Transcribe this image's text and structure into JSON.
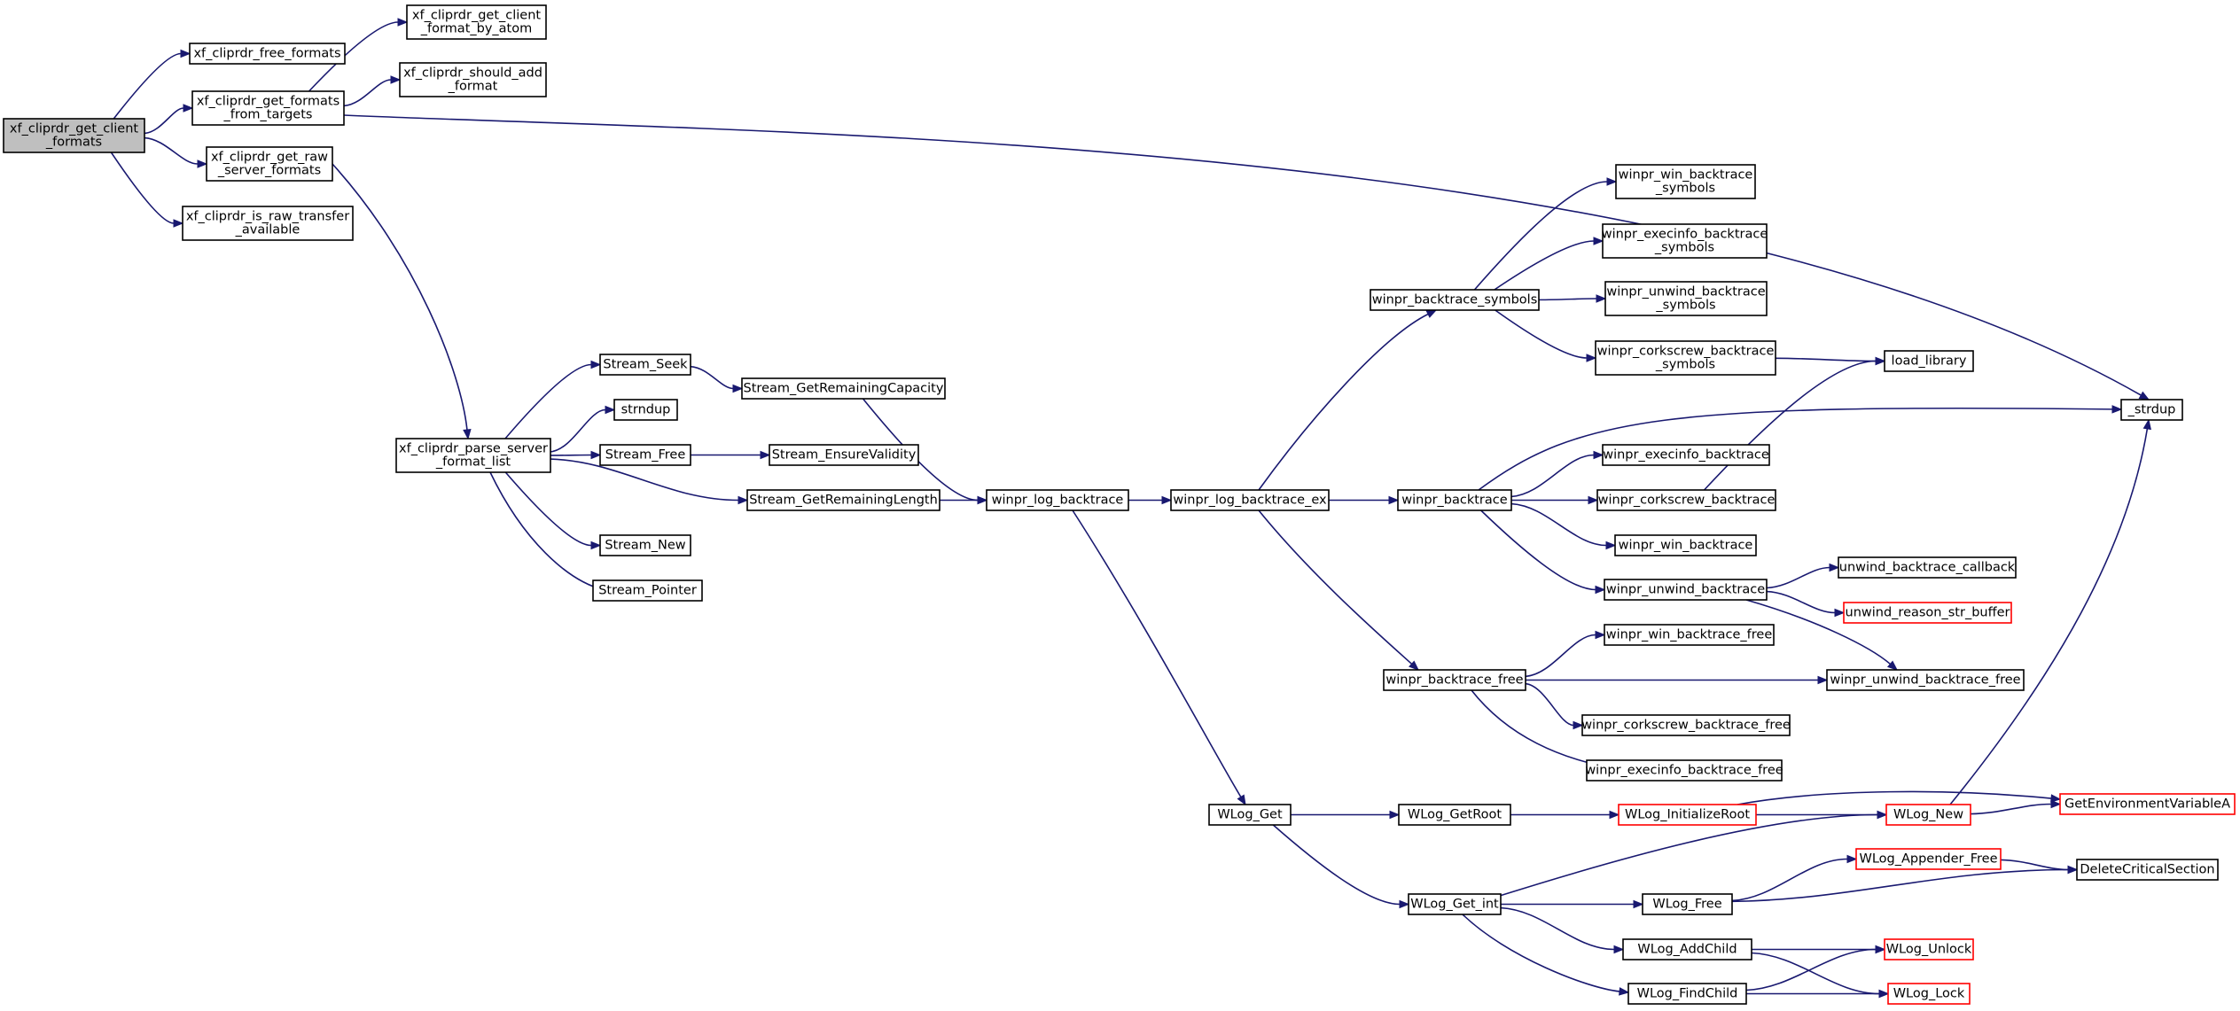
{
  "colors": {
    "edge": "#191970",
    "node_border": "#000000",
    "node_border_truncated": "#ff0000",
    "node_fill": "#ffffff",
    "focus_fill": "#bfbfbf"
  },
  "nodes": [
    {
      "id": "n_get_client_formats",
      "lines": [
        "xf_cliprdr_get_client",
        "_formats"
      ],
      "style": "focus"
    },
    {
      "id": "n_free_formats",
      "lines": [
        "xf_cliprdr_free_formats"
      ],
      "style": "normal"
    },
    {
      "id": "n_get_formats_from_targets",
      "lines": [
        "xf_cliprdr_get_formats",
        "_from_targets"
      ],
      "style": "normal"
    },
    {
      "id": "n_get_raw_server_formats",
      "lines": [
        "xf_cliprdr_get_raw",
        "_server_formats"
      ],
      "style": "normal"
    },
    {
      "id": "n_is_raw_transfer_available",
      "lines": [
        "xf_cliprdr_is_raw_transfer",
        "_available"
      ],
      "style": "normal"
    },
    {
      "id": "n_get_client_format_by_atom",
      "lines": [
        "xf_cliprdr_get_client",
        "_format_by_atom"
      ],
      "style": "normal"
    },
    {
      "id": "n_should_add_format",
      "lines": [
        "xf_cliprdr_should_add",
        "_format"
      ],
      "style": "normal"
    },
    {
      "id": "n_strdup",
      "lines": [
        "_strdup"
      ],
      "style": "normal"
    },
    {
      "id": "n_parse_server_format_list",
      "lines": [
        "xf_cliprdr_parse_server",
        "_format_list"
      ],
      "style": "normal"
    },
    {
      "id": "n_stream_seek",
      "lines": [
        "Stream_Seek"
      ],
      "style": "normal"
    },
    {
      "id": "n_strndup",
      "lines": [
        "strndup"
      ],
      "style": "normal"
    },
    {
      "id": "n_stream_free",
      "lines": [
        "Stream_Free"
      ],
      "style": "normal"
    },
    {
      "id": "n_stream_get_remaining_length",
      "lines": [
        "Stream_GetRemainingLength"
      ],
      "style": "normal"
    },
    {
      "id": "n_stream_new",
      "lines": [
        "Stream_New"
      ],
      "style": "normal"
    },
    {
      "id": "n_stream_pointer",
      "lines": [
        "Stream_Pointer"
      ],
      "style": "normal"
    },
    {
      "id": "n_stream_get_remaining_capacity",
      "lines": [
        "Stream_GetRemainingCapacity"
      ],
      "style": "normal"
    },
    {
      "id": "n_stream_ensure_validity",
      "lines": [
        "Stream_EnsureValidity"
      ],
      "style": "normal"
    },
    {
      "id": "n_winpr_log_backtrace",
      "lines": [
        "winpr_log_backtrace"
      ],
      "style": "normal"
    },
    {
      "id": "n_winpr_log_backtrace_ex",
      "lines": [
        "winpr_log_backtrace_ex"
      ],
      "style": "normal"
    },
    {
      "id": "n_wlog_get",
      "lines": [
        "WLog_Get"
      ],
      "style": "normal"
    },
    {
      "id": "n_winpr_backtrace_symbols",
      "lines": [
        "winpr_backtrace_symbols"
      ],
      "style": "normal"
    },
    {
      "id": "n_winpr_backtrace",
      "lines": [
        "winpr_backtrace"
      ],
      "style": "normal"
    },
    {
      "id": "n_winpr_backtrace_free",
      "lines": [
        "winpr_backtrace_free"
      ],
      "style": "normal"
    },
    {
      "id": "n_win_backtrace_symbols",
      "lines": [
        "winpr_win_backtrace",
        "_symbols"
      ],
      "style": "normal"
    },
    {
      "id": "n_execinfo_backtrace_symbols",
      "lines": [
        "winpr_execinfo_backtrace",
        "_symbols"
      ],
      "style": "normal"
    },
    {
      "id": "n_unwind_backtrace_symbols",
      "lines": [
        "winpr_unwind_backtrace",
        "_symbols"
      ],
      "style": "normal"
    },
    {
      "id": "n_corkscrew_backtrace_symbols",
      "lines": [
        "winpr_corkscrew_backtrace",
        "_symbols"
      ],
      "style": "normal"
    },
    {
      "id": "n_load_library",
      "lines": [
        "load_library"
      ],
      "style": "normal"
    },
    {
      "id": "n_execinfo_backtrace",
      "lines": [
        "winpr_execinfo_backtrace"
      ],
      "style": "normal"
    },
    {
      "id": "n_corkscrew_backtrace",
      "lines": [
        "winpr_corkscrew_backtrace"
      ],
      "style": "normal"
    },
    {
      "id": "n_win_backtrace",
      "lines": [
        "winpr_win_backtrace"
      ],
      "style": "normal"
    },
    {
      "id": "n_unwind_backtrace",
      "lines": [
        "winpr_unwind_backtrace"
      ],
      "style": "normal"
    },
    {
      "id": "n_unwind_backtrace_callback",
      "lines": [
        "unwind_backtrace_callback"
      ],
      "style": "normal"
    },
    {
      "id": "n_unwind_reason_str_buffer",
      "lines": [
        "unwind_reason_str_buffer"
      ],
      "style": "truncated"
    },
    {
      "id": "n_win_backtrace_free",
      "lines": [
        "winpr_win_backtrace_free"
      ],
      "style": "normal"
    },
    {
      "id": "n_unwind_backtrace_free",
      "lines": [
        "winpr_unwind_backtrace_free"
      ],
      "style": "normal"
    },
    {
      "id": "n_corkscrew_backtrace_free",
      "lines": [
        "winpr_corkscrew_backtrace_free"
      ],
      "style": "normal"
    },
    {
      "id": "n_execinfo_backtrace_free",
      "lines": [
        "winpr_execinfo_backtrace_free"
      ],
      "style": "normal"
    },
    {
      "id": "n_wlog_get_root",
      "lines": [
        "WLog_GetRoot"
      ],
      "style": "normal"
    },
    {
      "id": "n_wlog_initialize_root",
      "lines": [
        "WLog_InitializeRoot"
      ],
      "style": "truncated"
    },
    {
      "id": "n_wlog_new",
      "lines": [
        "WLog_New"
      ],
      "style": "truncated"
    },
    {
      "id": "n_get_environment_variable_a",
      "lines": [
        "GetEnvironmentVariableA"
      ],
      "style": "truncated"
    },
    {
      "id": "n_wlog_get_int",
      "lines": [
        "WLog_Get_int"
      ],
      "style": "normal"
    },
    {
      "id": "n_wlog_free",
      "lines": [
        "WLog_Free"
      ],
      "style": "normal"
    },
    {
      "id": "n_wlog_appender_free",
      "lines": [
        "WLog_Appender_Free"
      ],
      "style": "truncated"
    },
    {
      "id": "n_delete_critical_section",
      "lines": [
        "DeleteCriticalSection"
      ],
      "style": "normal"
    },
    {
      "id": "n_wlog_add_child",
      "lines": [
        "WLog_AddChild"
      ],
      "style": "normal"
    },
    {
      "id": "n_wlog_find_child",
      "lines": [
        "WLog_FindChild"
      ],
      "style": "normal"
    },
    {
      "id": "n_wlog_unlock",
      "lines": [
        "WLog_Unlock"
      ],
      "style": "truncated"
    },
    {
      "id": "n_wlog_lock",
      "lines": [
        "WLog_Lock"
      ],
      "style": "truncated"
    }
  ],
  "edges": [
    [
      "n_get_client_formats",
      "n_free_formats"
    ],
    [
      "n_get_client_formats",
      "n_get_formats_from_targets"
    ],
    [
      "n_get_client_formats",
      "n_get_raw_server_formats"
    ],
    [
      "n_get_client_formats",
      "n_is_raw_transfer_available"
    ],
    [
      "n_get_formats_from_targets",
      "n_get_client_format_by_atom"
    ],
    [
      "n_get_formats_from_targets",
      "n_should_add_format"
    ],
    [
      "n_get_formats_from_targets",
      "n_strdup"
    ],
    [
      "n_get_raw_server_formats",
      "n_parse_server_format_list"
    ],
    [
      "n_parse_server_format_list",
      "n_stream_seek"
    ],
    [
      "n_parse_server_format_list",
      "n_strndup"
    ],
    [
      "n_parse_server_format_list",
      "n_stream_free"
    ],
    [
      "n_parse_server_format_list",
      "n_stream_get_remaining_length"
    ],
    [
      "n_parse_server_format_list",
      "n_stream_new"
    ],
    [
      "n_parse_server_format_list",
      "n_stream_pointer"
    ],
    [
      "n_stream_seek",
      "n_stream_get_remaining_capacity"
    ],
    [
      "n_stream_free",
      "n_stream_ensure_validity"
    ],
    [
      "n_stream_get_remaining_capacity",
      "n_winpr_log_backtrace"
    ],
    [
      "n_stream_get_remaining_length",
      "n_winpr_log_backtrace"
    ],
    [
      "n_winpr_log_backtrace",
      "n_winpr_log_backtrace_ex"
    ],
    [
      "n_winpr_log_backtrace",
      "n_wlog_get"
    ],
    [
      "n_winpr_log_backtrace_ex",
      "n_winpr_backtrace_symbols"
    ],
    [
      "n_winpr_log_backtrace_ex",
      "n_winpr_backtrace"
    ],
    [
      "n_winpr_log_backtrace_ex",
      "n_winpr_backtrace_free"
    ],
    [
      "n_winpr_backtrace_symbols",
      "n_win_backtrace_symbols"
    ],
    [
      "n_winpr_backtrace_symbols",
      "n_execinfo_backtrace_symbols"
    ],
    [
      "n_winpr_backtrace_symbols",
      "n_unwind_backtrace_symbols"
    ],
    [
      "n_winpr_backtrace_symbols",
      "n_corkscrew_backtrace_symbols"
    ],
    [
      "n_corkscrew_backtrace_symbols",
      "n_load_library"
    ],
    [
      "n_winpr_backtrace",
      "n_strdup"
    ],
    [
      "n_winpr_backtrace",
      "n_execinfo_backtrace"
    ],
    [
      "n_winpr_backtrace",
      "n_corkscrew_backtrace"
    ],
    [
      "n_winpr_backtrace",
      "n_win_backtrace"
    ],
    [
      "n_winpr_backtrace",
      "n_unwind_backtrace"
    ],
    [
      "n_corkscrew_backtrace",
      "n_load_library"
    ],
    [
      "n_unwind_backtrace",
      "n_unwind_backtrace_callback"
    ],
    [
      "n_unwind_backtrace",
      "n_unwind_reason_str_buffer"
    ],
    [
      "n_unwind_backtrace",
      "n_unwind_backtrace_free"
    ],
    [
      "n_winpr_backtrace_free",
      "n_win_backtrace_free"
    ],
    [
      "n_winpr_backtrace_free",
      "n_unwind_backtrace_free"
    ],
    [
      "n_winpr_backtrace_free",
      "n_corkscrew_backtrace_free"
    ],
    [
      "n_winpr_backtrace_free",
      "n_execinfo_backtrace_free"
    ],
    [
      "n_wlog_get",
      "n_wlog_get_root"
    ],
    [
      "n_wlog_get",
      "n_wlog_get_int"
    ],
    [
      "n_wlog_get_root",
      "n_wlog_initialize_root"
    ],
    [
      "n_wlog_initialize_root",
      "n_get_environment_variable_a"
    ],
    [
      "n_wlog_initialize_root",
      "n_wlog_new"
    ],
    [
      "n_wlog_new",
      "n_get_environment_variable_a"
    ],
    [
      "n_wlog_new",
      "n_strdup"
    ],
    [
      "n_wlog_get_int",
      "n_wlog_new"
    ],
    [
      "n_wlog_get_int",
      "n_wlog_free"
    ],
    [
      "n_wlog_get_int",
      "n_wlog_add_child"
    ],
    [
      "n_wlog_get_int",
      "n_wlog_find_child"
    ],
    [
      "n_wlog_free",
      "n_wlog_appender_free"
    ],
    [
      "n_wlog_free",
      "n_delete_critical_section"
    ],
    [
      "n_wlog_appender_free",
      "n_delete_critical_section"
    ],
    [
      "n_wlog_add_child",
      "n_wlog_unlock"
    ],
    [
      "n_wlog_add_child",
      "n_wlog_lock"
    ],
    [
      "n_wlog_find_child",
      "n_wlog_unlock"
    ],
    [
      "n_wlog_find_child",
      "n_wlog_lock"
    ]
  ]
}
